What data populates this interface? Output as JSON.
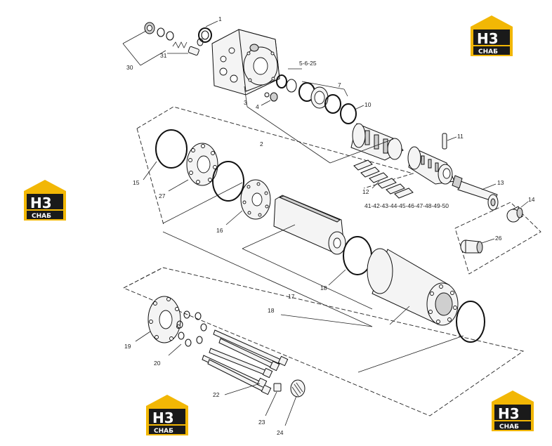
{
  "labels": {
    "l1": "1",
    "l30": "30",
    "l31": "31",
    "l5_6_25": "5-6-25",
    "l7": "7",
    "l3": "3",
    "l4": "4",
    "l10": "10",
    "l2": "2",
    "l11": "11",
    "l12": "12",
    "l_range": "41-42-43-44-45-46-47-48-49-50",
    "l13": "13",
    "l14": "14",
    "l26": "26",
    "l15": "15",
    "l27": "27",
    "l16": "16",
    "l17": "17",
    "l18a": "18",
    "l18b": "18",
    "l19": "19",
    "l20": "20",
    "l22": "22",
    "l23": "23",
    "l24": "24"
  },
  "logo": {
    "letters": "H3",
    "subtitle": "СНАБ",
    "accent_color": "#f2b705",
    "dark_color": "#1a1a1a"
  }
}
